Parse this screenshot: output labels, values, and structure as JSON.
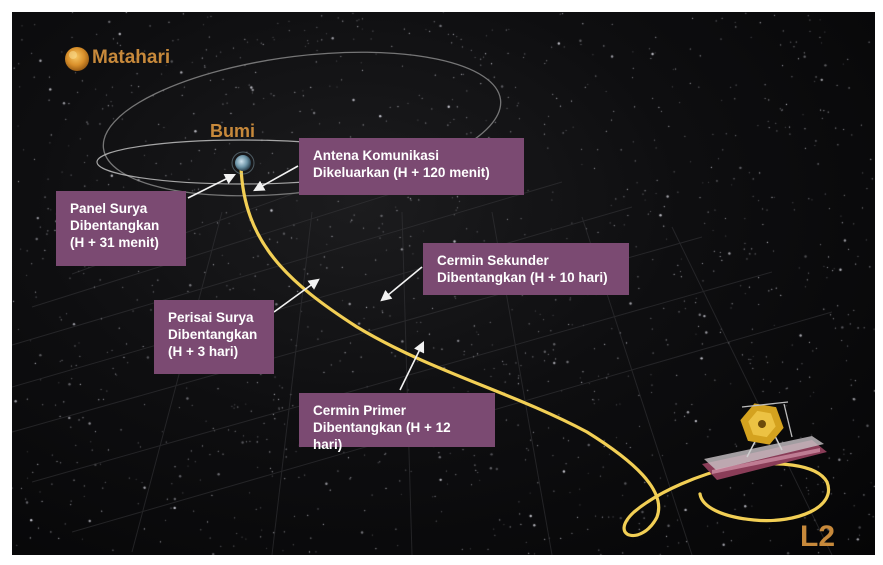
{
  "bodies": {
    "sun_label": "Matahari",
    "earth_label": "Bumi",
    "l2_label": "L2"
  },
  "callouts": [
    {
      "id": "panel-surya",
      "text": "Panel Surya\nDibentangkan\n(H + 31 menit)"
    },
    {
      "id": "antena",
      "text": "Antena Komunikasi\nDikeluarkan (H + 120 menit)"
    },
    {
      "id": "cermin-sekunder",
      "text": "Cermin Sekunder\nDibentangkan (H + 10 hari)"
    },
    {
      "id": "perisai-surya",
      "text": "Perisai Surya\nDibentangkan\n(H + 3 hari)"
    },
    {
      "id": "cermin-primer",
      "text": "Cermin Primer\nDibentangkan (H + 12 hari)"
    }
  ],
  "colors": {
    "callout_bg": "#7b4a72",
    "trajectory": "#f2cf55",
    "label_gold": "#c7893b",
    "space_bg": "#0e0e10"
  },
  "icons": [
    "sun-icon",
    "earth-icon",
    "telescope-icon"
  ]
}
